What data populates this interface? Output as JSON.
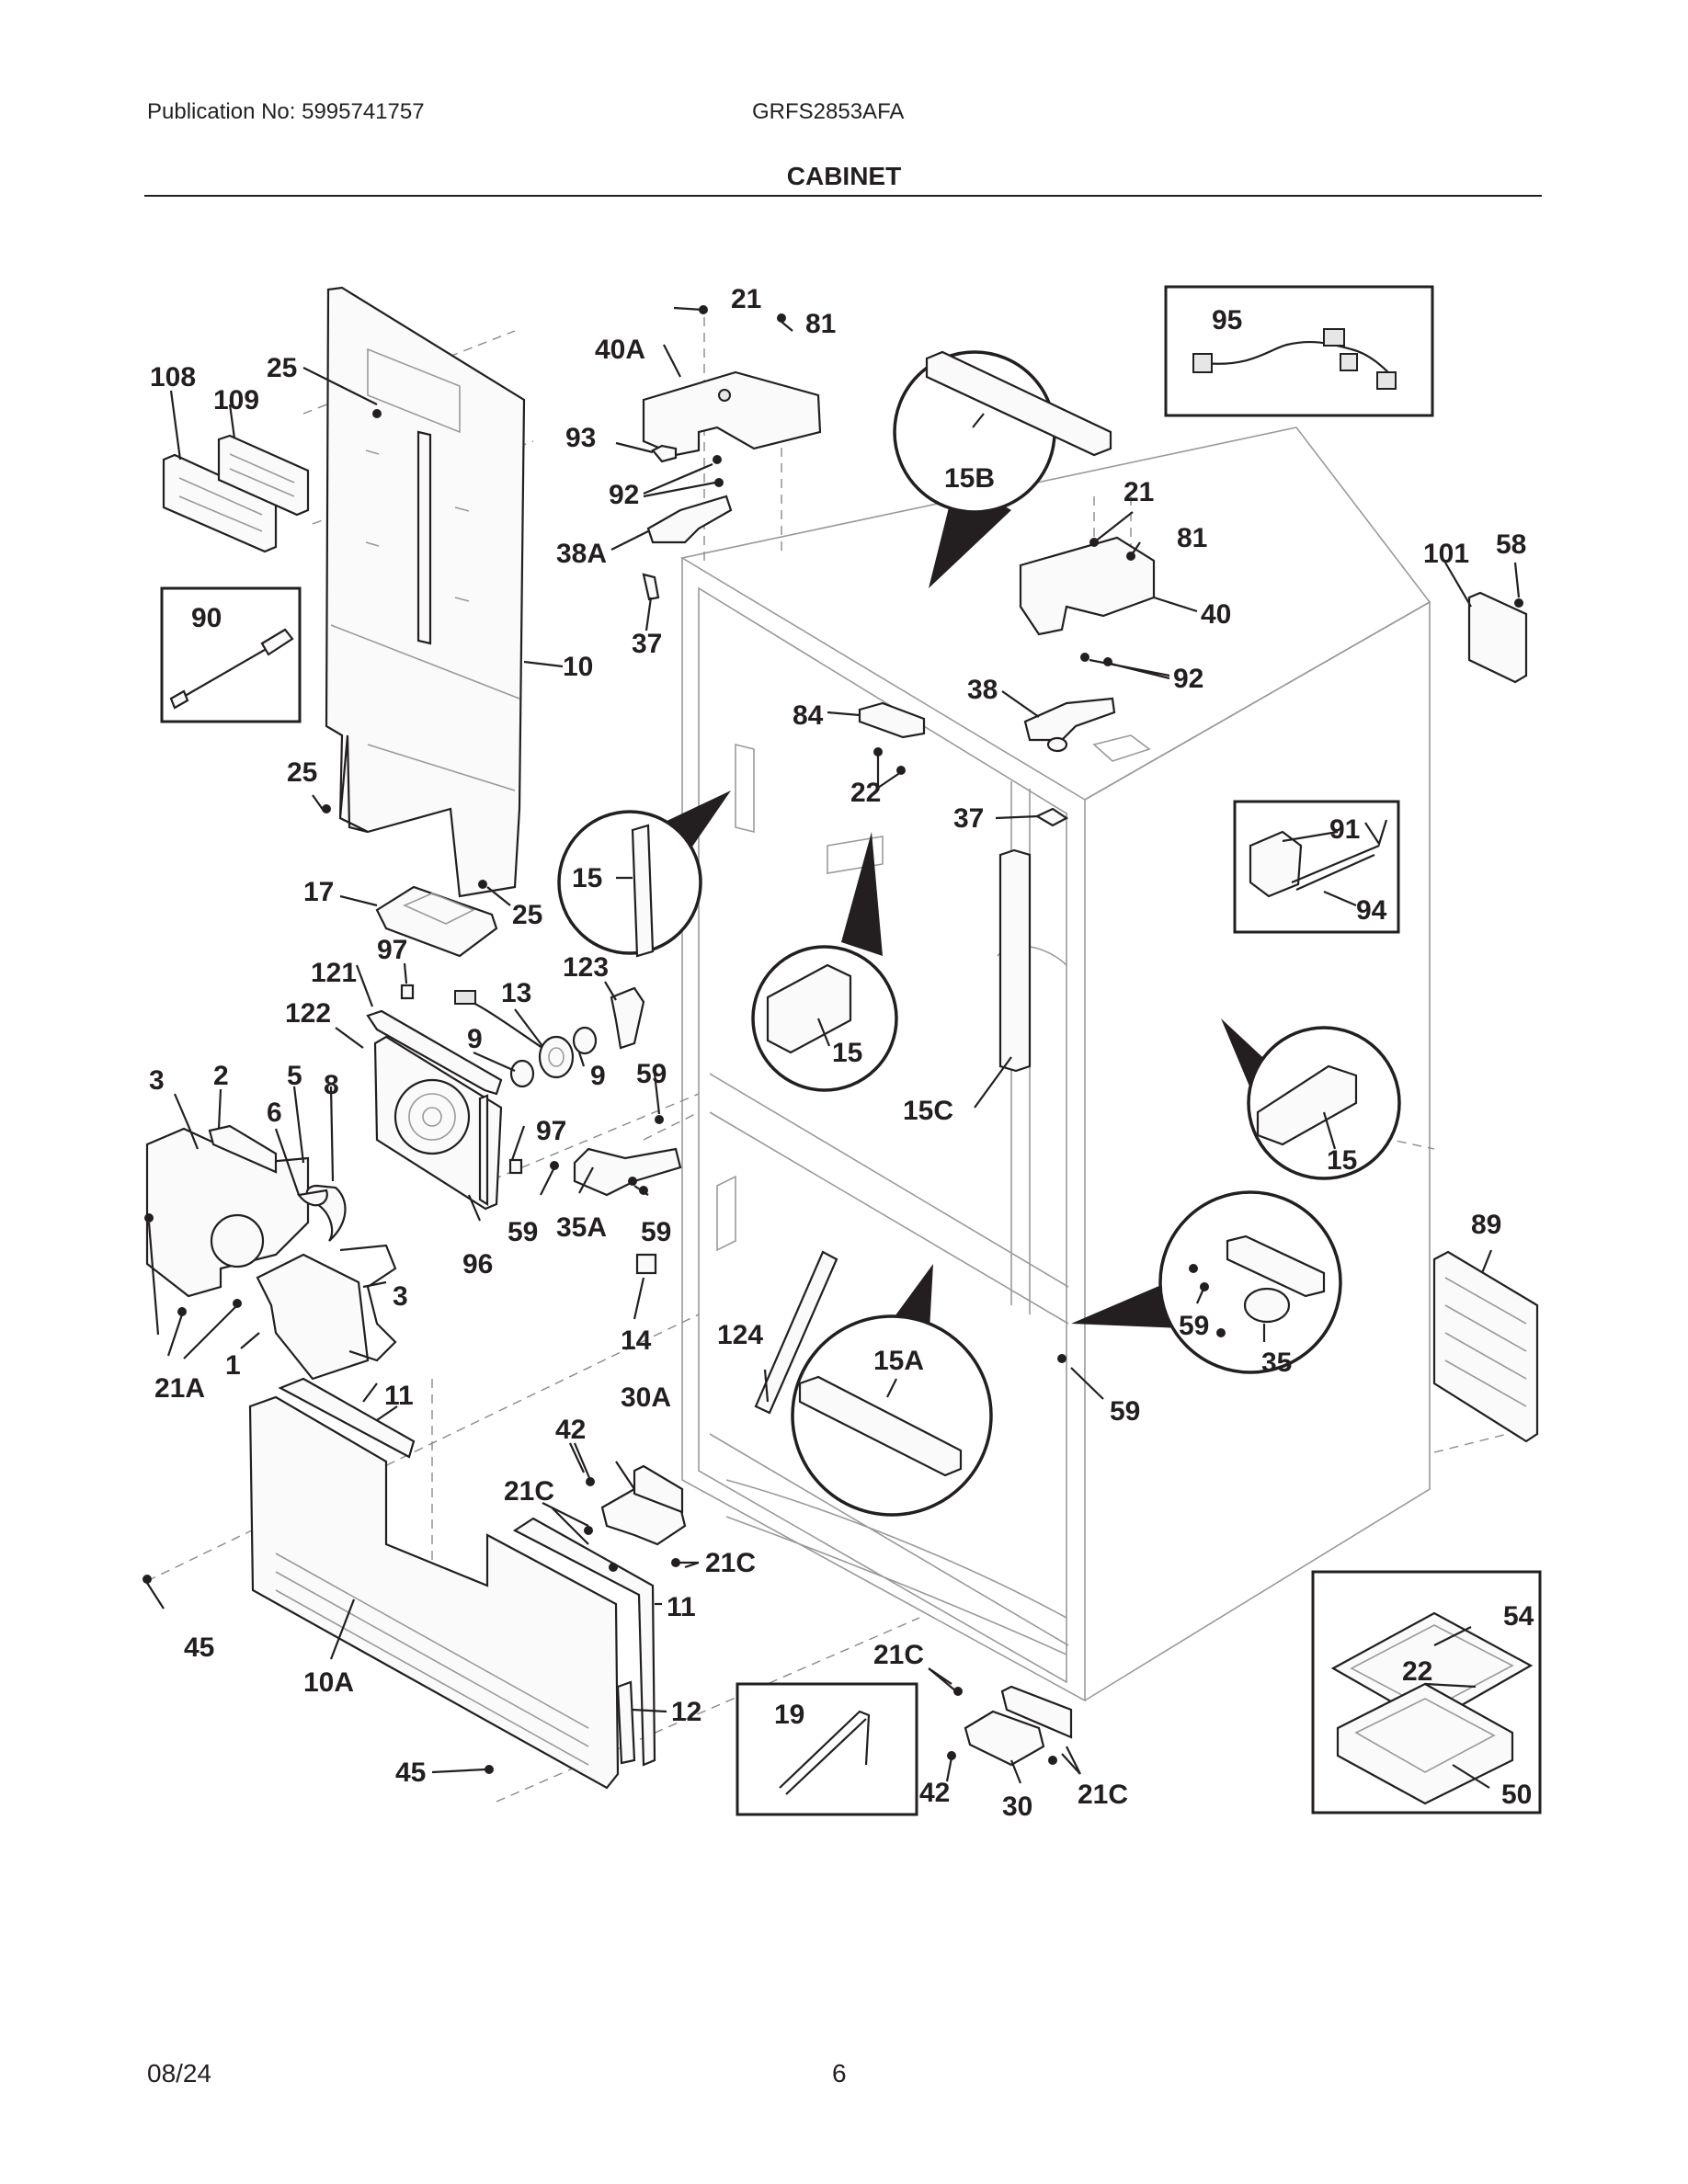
{
  "header": {
    "publication": "Publication No: 5995741757",
    "model": "GRFS2853AFA",
    "section_title": "CABINET"
  },
  "footer": {
    "date": "08/24",
    "page_number": "6"
  },
  "callouts": {
    "p108": "108",
    "p109": "109",
    "p25a": "25",
    "p25b": "25",
    "p25c": "25",
    "p10": "10",
    "p90": "90",
    "p17": "17",
    "p97a": "97",
    "p97b": "97",
    "p121": "121",
    "p122": "122",
    "p13": "13",
    "p123": "123",
    "p9a": "9",
    "p9b": "9",
    "p3a": "3",
    "p3b": "3",
    "p2": "2",
    "p5": "5",
    "p8": "8",
    "p6": "6",
    "p59a": "59",
    "p59b": "59",
    "p59c": "59",
    "p59d": "59",
    "p59e": "59",
    "p35A": "35A",
    "p96": "96",
    "p14": "14",
    "p1": "1",
    "p21Aa": "21A",
    "p11a": "11",
    "p11b": "11",
    "p42a": "42",
    "p42b": "42",
    "p30A": "30A",
    "p21Ca": "21C",
    "p21Cb": "21C",
    "p21Cc": "21C",
    "p21Cd": "21C",
    "p12": "12",
    "p45a": "45",
    "p45b": "45",
    "p10A": "10A",
    "p19": "19",
    "p30": "30",
    "p124": "124",
    "p15A": "15A",
    "p21a": "21",
    "p21b": "21",
    "p81a": "81",
    "p81b": "81",
    "p40A": "40A",
    "p40": "40",
    "p93": "93",
    "p92a": "92",
    "p92b": "92",
    "p38A": "38A",
    "p38": "38",
    "p37a": "37",
    "p37b": "37",
    "p15B": "15B",
    "p95": "95",
    "p101": "101",
    "p58": "58",
    "p84": "84",
    "p22a": "22",
    "p22b": "22",
    "p15a": "15",
    "p15b": "15",
    "p15c": "15",
    "p15C": "15C",
    "p91": "91",
    "p94": "94",
    "p89": "89",
    "p35": "35",
    "p54": "54",
    "p50": "50"
  },
  "colors": {
    "ink": "#231f20",
    "ghost_lines": "#9a9a9a",
    "background": "#ffffff"
  }
}
